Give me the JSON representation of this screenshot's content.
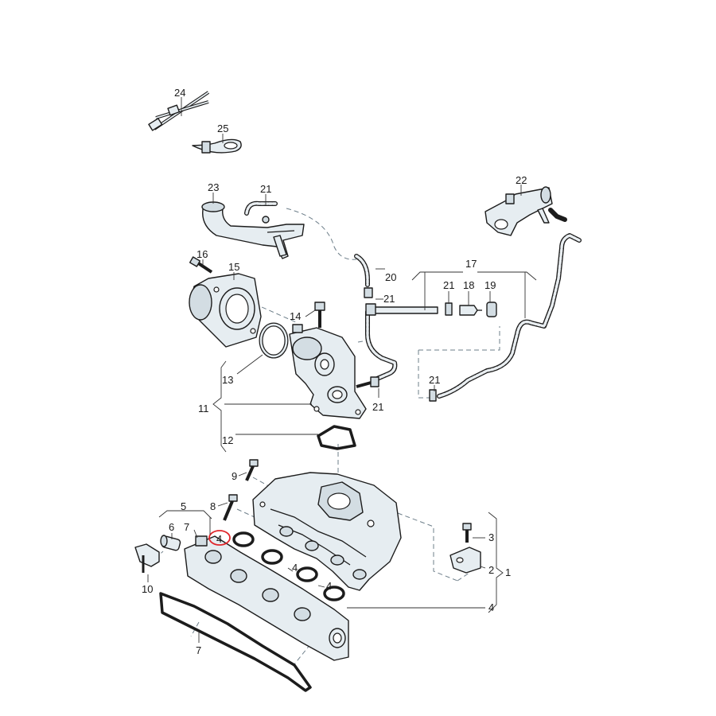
{
  "diagram": {
    "labels": {
      "l24": "24",
      "l25": "25",
      "l23": "23",
      "l21a": "21",
      "l22": "22",
      "l16": "16",
      "l15": "15",
      "l20": "20",
      "l17": "17",
      "l21b": "21",
      "l18": "18",
      "l19": "19",
      "l21c": "21",
      "l14": "14",
      "l13": "13",
      "l11": "11",
      "l21d": "21",
      "l21e": "21",
      "l12": "12",
      "l9": "9",
      "l8": "8",
      "l5": "5",
      "l6": "6",
      "l7a": "7",
      "l4a": "4",
      "l3": "3",
      "l2": "2",
      "l1": "1",
      "l10": "10",
      "l4b": "4",
      "l4c": "4",
      "l4d": "4",
      "l7b": "7"
    },
    "highlighted_part": "4",
    "colors": {
      "part_fill": "#e6edf1",
      "outline": "#1c1c1c",
      "highlight": "#e0262b",
      "dashed_guide": "#6e7f8a"
    }
  }
}
